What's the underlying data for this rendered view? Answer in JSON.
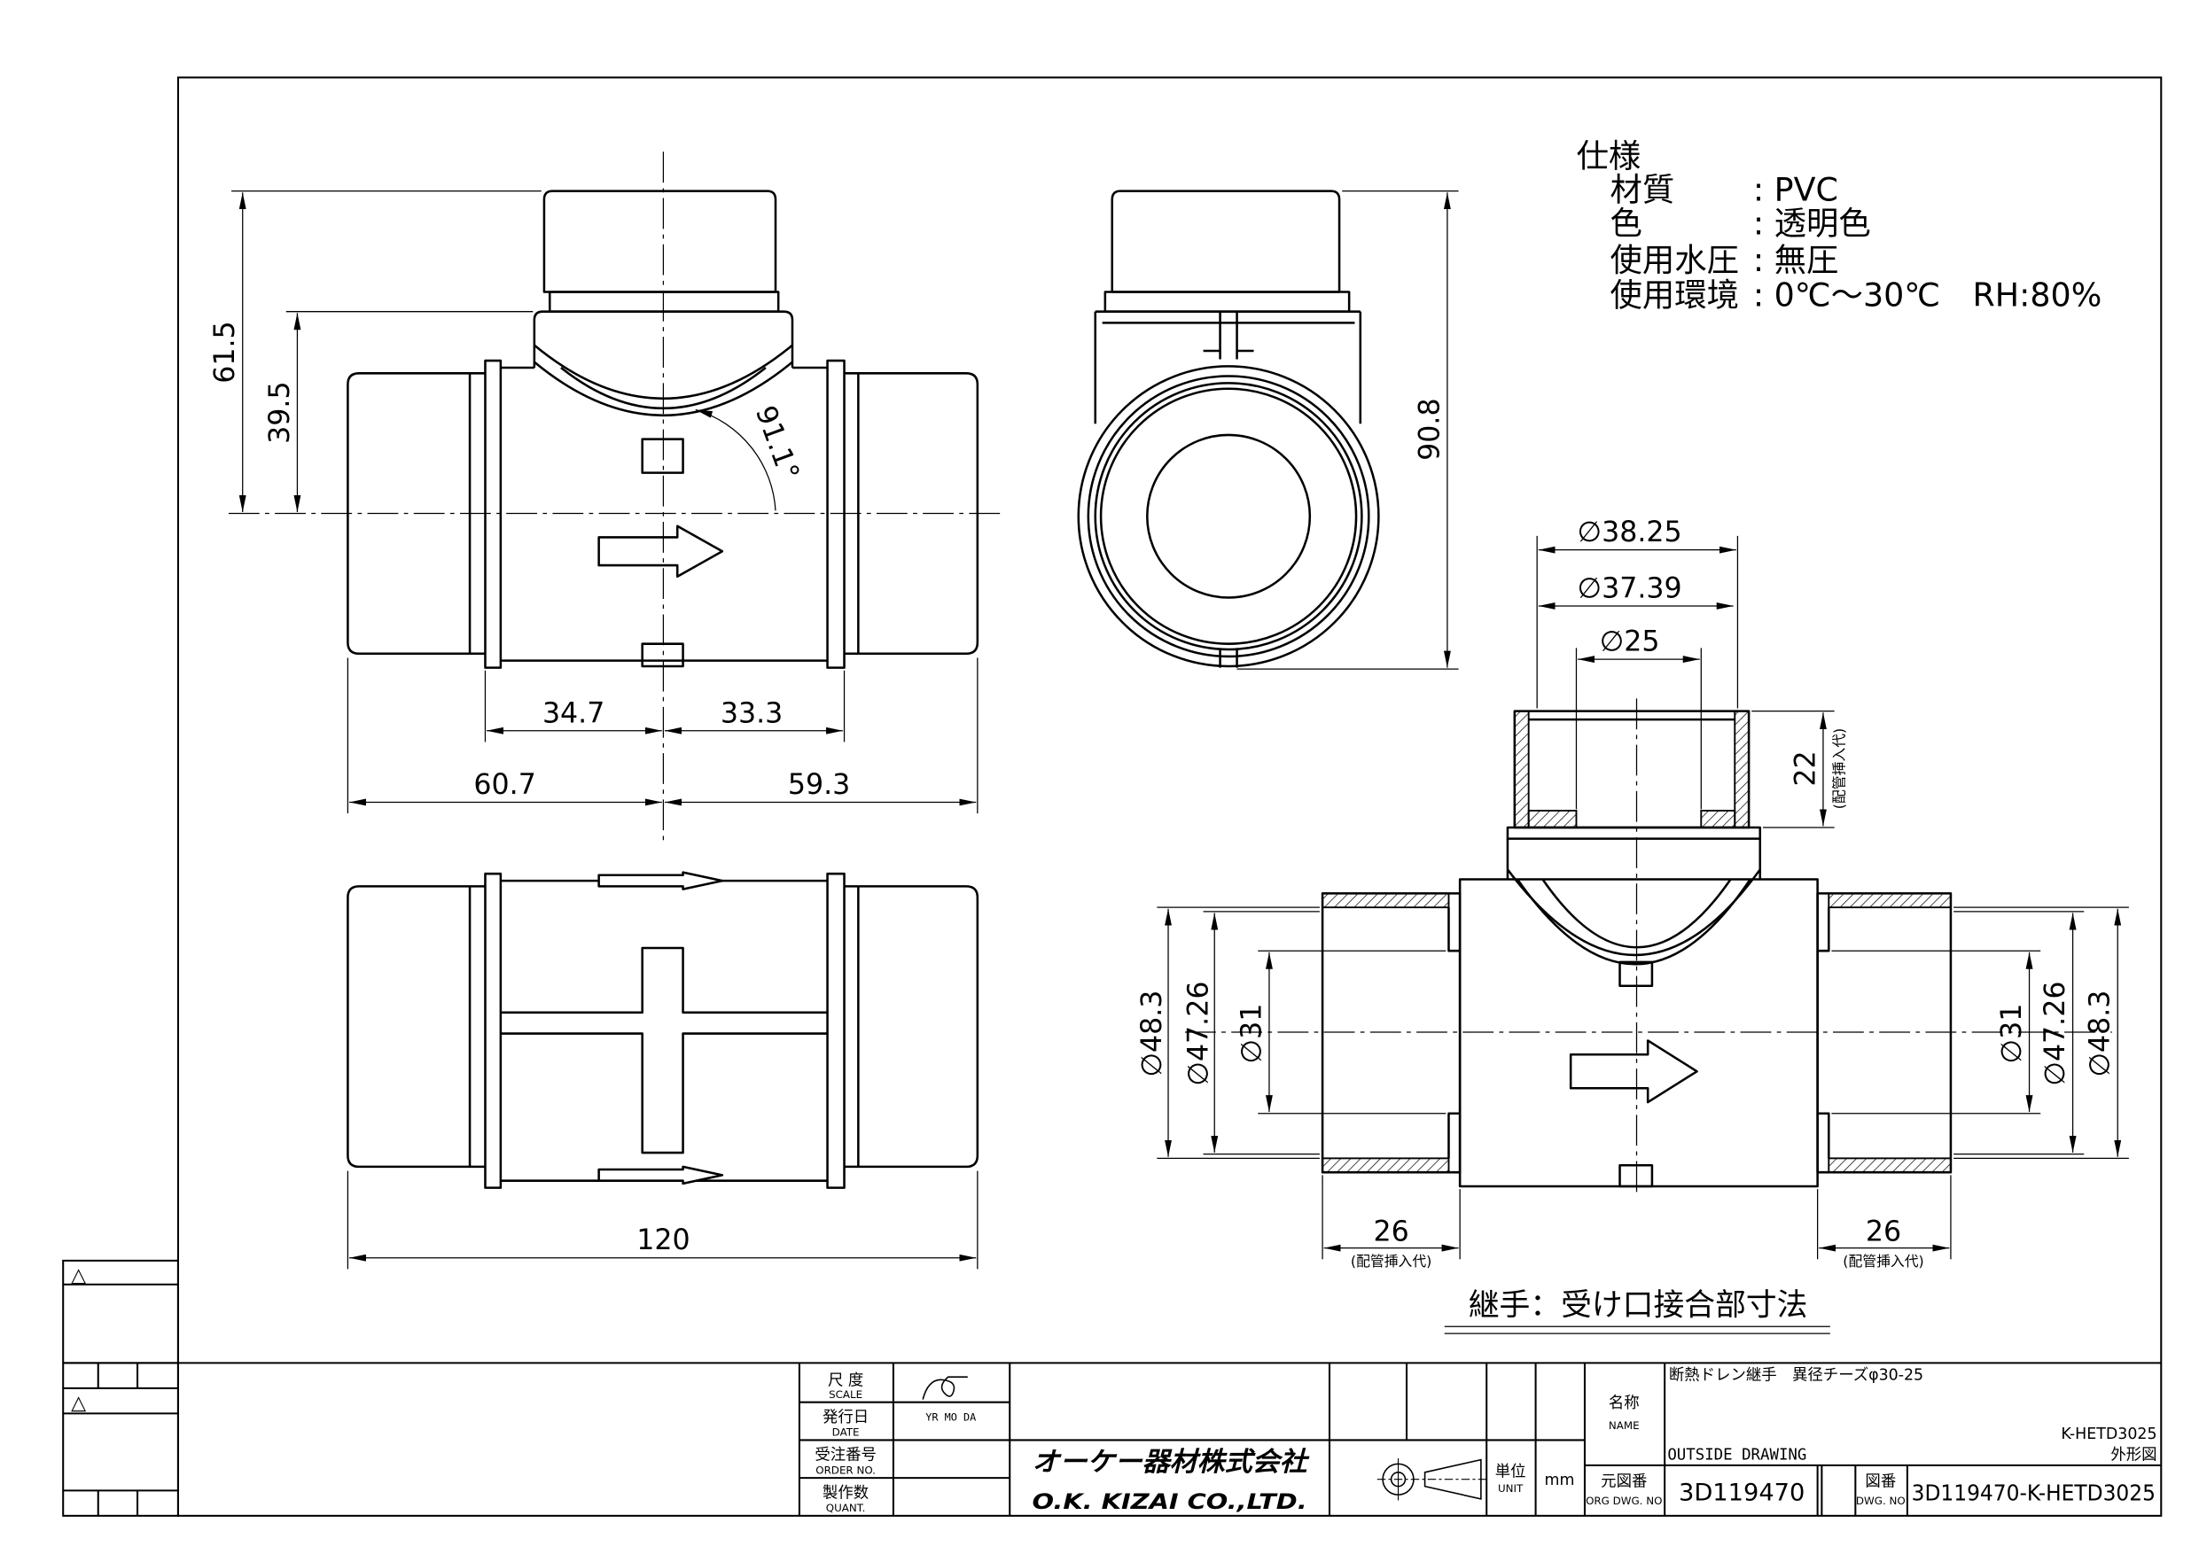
{
  "spec": {
    "heading": "仕様",
    "material_label": "材質",
    "material_value": ": PVC",
    "color_label": "色",
    "color_value": ": 透明色",
    "pressure_label": "使用水圧",
    "pressure_value": ": 無圧",
    "environment_label": "使用環境",
    "environment_value": ": 0℃～30℃　RH:80%"
  },
  "front_view": {
    "overall_height": "61.5",
    "branch_height": "39.5",
    "saddle_angle": "91.1°",
    "body_left_half": "34.7",
    "body_right_half": "33.3",
    "overall_left_half": "60.7",
    "overall_right_half": "59.3"
  },
  "side_view": {
    "overall_height": "90.8"
  },
  "top_view": {
    "overall_length": "120"
  },
  "section_view": {
    "branch_dia_1": "∅38.25",
    "branch_dia_2": "∅37.39",
    "branch_dia_3": "∅25",
    "branch_insertion_depth": "22",
    "branch_insertion_note": "(配管挿入代)",
    "left_dia_outer": "∅48.3",
    "left_dia_middle": "∅47.26",
    "left_dia_bore": "∅31",
    "right_dia_bore": "∅31",
    "right_dia_middle": "∅47.26",
    "right_dia_outer": "∅48.3",
    "left_insertion_depth": "26",
    "left_insertion_note": "(配管挿入代)",
    "right_insertion_depth": "26",
    "right_insertion_note": "(配管挿入代)",
    "caption": "継手：受け口接合部寸法"
  },
  "revision_marks": [
    "△",
    "△"
  ],
  "title_block": {
    "scale_label": "尺 度",
    "scale_label_en": "SCALE",
    "date_label": "発行日",
    "date_label_en": "DATE",
    "date_format": "YR  MO  DA",
    "order_label": "受注番号",
    "order_label_en": "ORDER NO.",
    "quantity_label": "製作数",
    "quantity_label_en": "QUANT.",
    "company_jp": "オーケー器材株式会社",
    "company_en": "O.K. KIZAI CO.,LTD.",
    "unit_label": "単位",
    "unit_label_en": "UNIT",
    "unit_value": "mm",
    "name_label": "名称",
    "name_label_en": "NAME",
    "product_name": "断熱ドレン継手　異径チーズφ30-25",
    "product_code": "K-HETD3025",
    "drawing_type_en": "OUTSIDE DRAWING",
    "drawing_type_jp": "外形図",
    "orig_dwg_label": "元図番",
    "orig_dwg_label_en": "ORG DWG. NO",
    "orig_dwg_no": "3D119470",
    "dwg_label": "図番",
    "dwg_label_en": "DWG. NO",
    "dwg_no": "3D119470-K-HETD3025"
  },
  "colors": {
    "line": "#000000",
    "paper": "#ffffff"
  }
}
